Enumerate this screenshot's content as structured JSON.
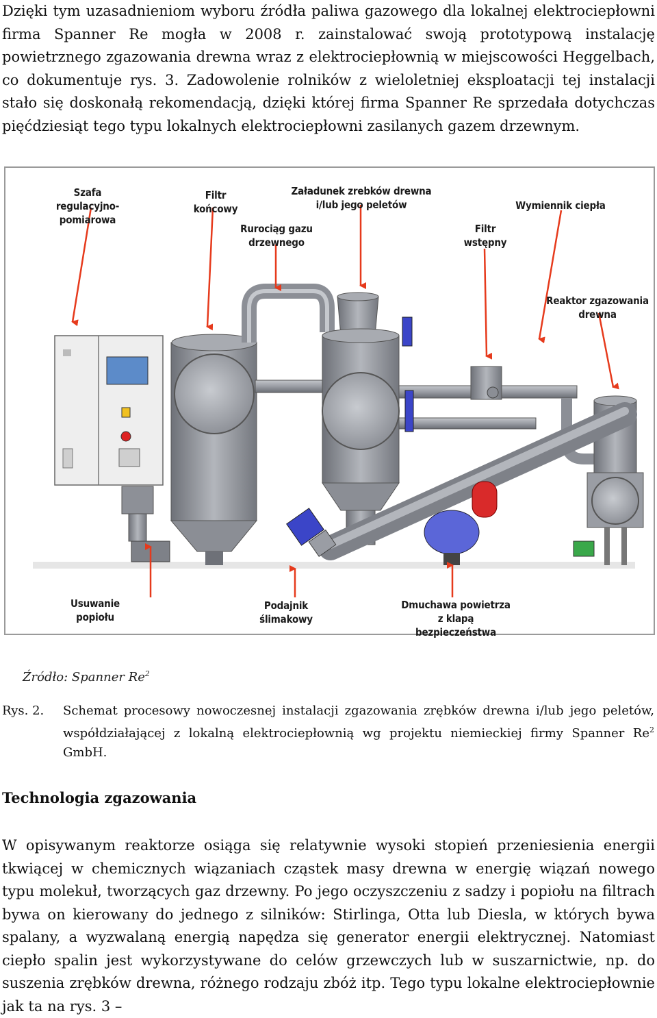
{
  "paragraph1": "Dzięki tym uzasadnieniom wyboru źródła paliwa gazowego dla lokalnej elektrociepłowni firma Spanner Re mogła w 2008 r. zainstalować swoją prototypową instalację powietrznego zgazowania drewna wraz z elektrociepłownią w miejscowości Heggelbach, co dokumentuje rys. 3. Zadowolenie rolników z wieloletniej eksploatacji tej instalacji stało się doskonałą rekomendacją, dzięki której firma Spanner Re sprzedała dotychczas pięćdziesiąt tego typu lokalnych elektrociepłowni zasilanych gazem drzewnym.",
  "figure": {
    "labels": {
      "szafa": "Szafa\nregulacyjno-pomiarowa",
      "filtr_koncowy": "Filtr\nkońcowy",
      "zaladunek": "Załadunek zrebków drewna\ni/lub jego peletów",
      "wymiennik": "Wymiennik ciepła",
      "rurociag": "Rurociąg gazu\ndrzewnego",
      "filtr_wstepny": "Filtr\nwstępny",
      "reaktor": "Reaktor zgazowania\ndrewna",
      "usuwanie": "Usuwanie\npopiołu",
      "podajnik": "Podajnik\nślimakowy",
      "dmuchawa": "Dmuchawa powietrza\nz klapą bezpieczeństwa"
    },
    "colors": {
      "arrow": "#e63a1c",
      "steel": "#8c8f96",
      "steel_light": "#b8bbc1",
      "motor_blue": "#3b45c8",
      "tank_red": "#d92a2a",
      "cabinet": "#eeeeee"
    }
  },
  "source": {
    "text": "Źródło: Spanner Re",
    "sup": "2"
  },
  "caption": {
    "number": "Rys. 2.",
    "text_before": "Schemat procesowy nowoczesnej instalacji zgazowania zrębków drewna i/lub jego peletów, współdziałającej z lokalną elektrociepłownią wg projektu niemieckiej firmy Spanner Re",
    "sup": "2",
    "text_after": " GmbH."
  },
  "heading": "Technologia zgazowania",
  "paragraph2": "W opisywanym reaktorze osiąga się relatywnie wysoki stopień przeniesienia energii tkwiącej w chemicznych wiązaniach cząstek masy drewna w energię wiązań nowego typu molekuł, tworzących gaz drzewny. Po jego oczyszczeniu z sadzy i popiołu na filtrach bywa on kierowany do jednego z silników: Stirlinga, Otta lub Diesla, w których bywa spalany, a wyzwalaną energią napędza się generator energii elektrycznej. Natomiast ciepło spalin jest wykorzystywane do celów grzewczych lub w suszarnictwie, np. do suszenia zrębków drewna, różnego rodzaju zbóż itp. Tego typu lokalne elektrociepłownie jak ta na rys. 3 –"
}
